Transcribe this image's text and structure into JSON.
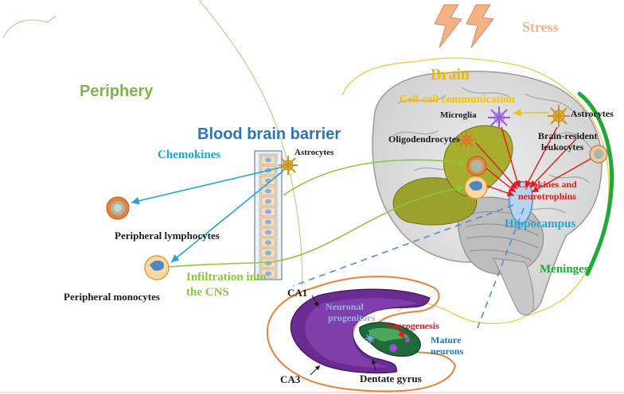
{
  "colors": {
    "periphery": "#7ab648",
    "bbb": "#2e74b5",
    "stress": "#f4b183",
    "brain": "#f5b800",
    "cell_comm": "#f5c300",
    "chemokines": "#1aa7d8",
    "cytokines": "#e41a1a",
    "hippocampus": "#1aa7d8",
    "meninges": "#22a83a",
    "neurogenesis": "#e41a1a",
    "mature": "#1f78c8",
    "progenitors": "#8fb6e3",
    "infiltration": "#8cc63f",
    "dark": "#1a1a1a"
  },
  "labels": {
    "periphery": "Periphery",
    "bbb": "Blood brain barrier",
    "astro_bbb": "Astrocytes",
    "chemokines": "Chemokines",
    "periph_lymph": "Peripheral lymphocytes",
    "periph_mono": "Peripheral monocytes",
    "infiltration_1": "Infiltration into",
    "infiltration_2": "the CNS",
    "stress": "Stress",
    "brain": "Brain",
    "cell_comm": "Cell-cell communication",
    "microglia": "Microglia",
    "astro_brain": "Astrocytes",
    "oligo": "Oligodendrocytes",
    "brain_res_1": "Brain-resident",
    "brain_res_2": "leukocytes",
    "cyto_1": "Cytokines and",
    "cyto_2": "neurotrophins",
    "hippocampus": "Hippocampus",
    "meninges": "Meninges",
    "ca1": "CA1",
    "ca3": "CA3",
    "neuro_prog_1": "Neuronal",
    "neuro_prog_2": "progenitors",
    "neurogenesis": "Neurogenesis",
    "mature_1": "Mature",
    "mature_2": "neurons",
    "dentate": "Dentate gyrus"
  }
}
